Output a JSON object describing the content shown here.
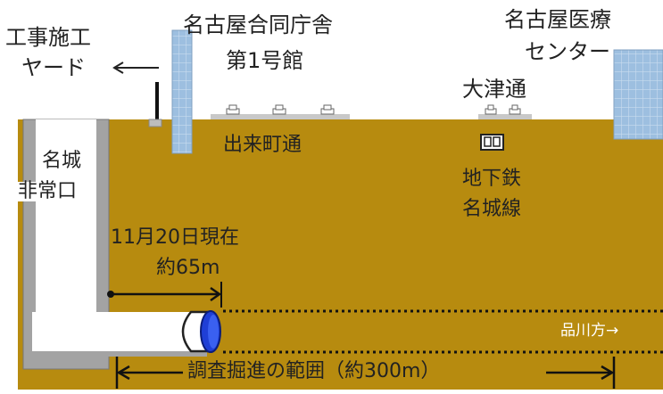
{
  "labels": {
    "construction_yard_line1": "工事施工",
    "construction_yard_line2": "ヤード",
    "building_left_line1": "名古屋合同庁舎",
    "building_left_line2": "第1号館",
    "building_right_line1": "名古屋医療",
    "building_right_line2": "センター",
    "road_otsu": "大津通",
    "road_demachi": "出来町通",
    "subway_line1": "地下鉄",
    "subway_line2": "名城線",
    "exit_line1": "名城",
    "exit_line2": "非常口",
    "progress_line1": "11月20日現在",
    "progress_line2": "約65m",
    "direction": "品川方→",
    "survey_range": "調査掘進の範囲（約300m）"
  },
  "colors": {
    "ground": "#b78b0f",
    "shaft_wall": "#9a9a9a",
    "building": "#8fb4d8",
    "tbm_cutter": "#1f3fd6",
    "text": "#222222"
  }
}
